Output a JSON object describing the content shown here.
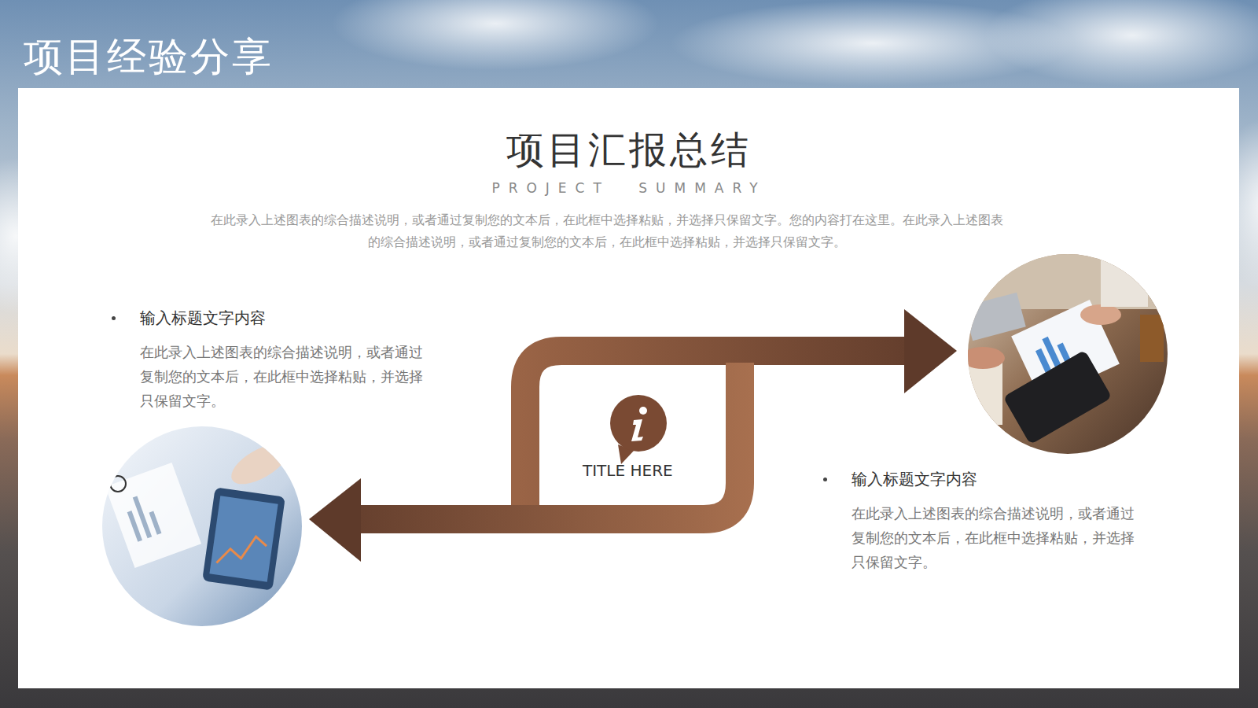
{
  "diagram": {
    "title": "项目经验分享",
    "nodes": [
      {
        "text": [
          "输入标题文字内容",
          "在此录入上述图表的综合描述说明，或者通过复制您的文本后，在此框中选择粘贴，并选择只保留文字。"
        ]
      },
      {
        "text": [
          "TITLE HERE"
        ]
      },
      {
        "text": [
          "输入标题文字内容",
          "在此录入上述图表的综合描述说明，或者通过复制您的文本后，在此框中选择粘贴，并选择只保留文字。"
        ]
      }
    ],
    "labels": [
      "项目汇报总结",
      "PROJECT SUMMARY",
      "在此录入上述图表的综合描述说明，或者通过复制您的文本后，在此框中选择粘贴，并选择只保留文字。您的内容打在这里。在此录入上述图表的综合描述说明，或者通过复制您的文本后，在此框中选择粘贴，并选择只保留文字。"
    ]
  }
}
